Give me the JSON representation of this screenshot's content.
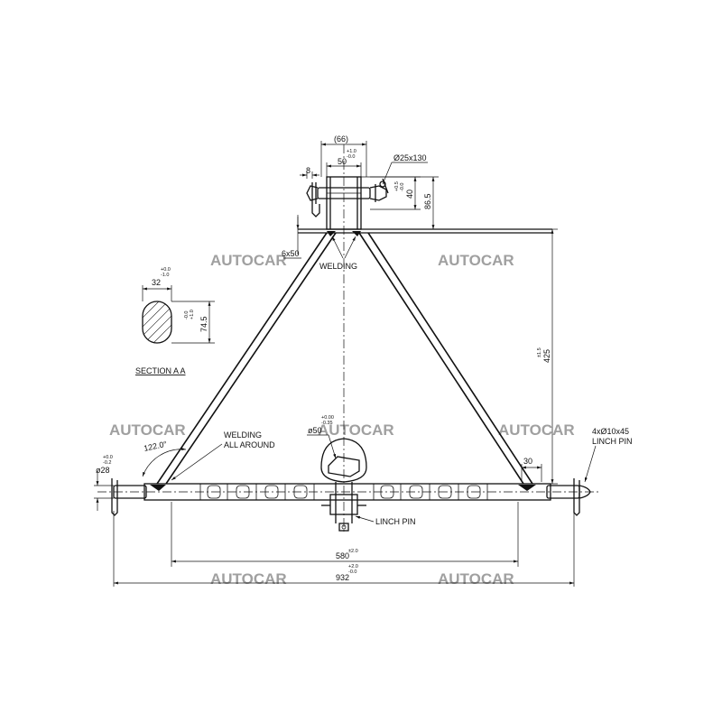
{
  "watermark": {
    "text": "AUTOCAR",
    "color": "#a0a0a0"
  },
  "dimensions": {
    "top_width_ref": "(66)",
    "top_width": "50",
    "top_width_tol": [
      "+1.0",
      "-0.0"
    ],
    "pin_top": "Ø25x130",
    "offset_8": "8",
    "height_40": "40",
    "height_40_tol": [
      "+0.5",
      "-0.0"
    ],
    "height_86": "86.5",
    "tube_6x50": "6x50",
    "height_425": "425",
    "height_425_tol": "±1.5",
    "section_width": "32",
    "section_width_tol": [
      "+0.0",
      "-1.0"
    ],
    "section_height": "74.5",
    "section_height_tol": [
      "-0.0",
      "+1.0"
    ],
    "hole_50": "ø50",
    "hole_50_tol": [
      "+0.00",
      "-0.35"
    ],
    "pin_28": "ø28",
    "pin_28_tol": [
      "+0.0",
      "-0.2"
    ],
    "angle": "122.0°",
    "bracket_30": "30",
    "span_580": "580",
    "span_580_tol": "±2.0",
    "span_932": "932",
    "span_932_tol": [
      "+2.0",
      "-0.0"
    ]
  },
  "labels": {
    "welding": "WELDING",
    "welding_all_line1": "WELDING",
    "welding_all_line2": "ALL AROUND",
    "section": "SECTION A A",
    "linch_pin_right_line1": "4xØ10x45",
    "linch_pin_right_line2": "LINCH PIN",
    "linch_pin_center": "LINCH PIN"
  }
}
